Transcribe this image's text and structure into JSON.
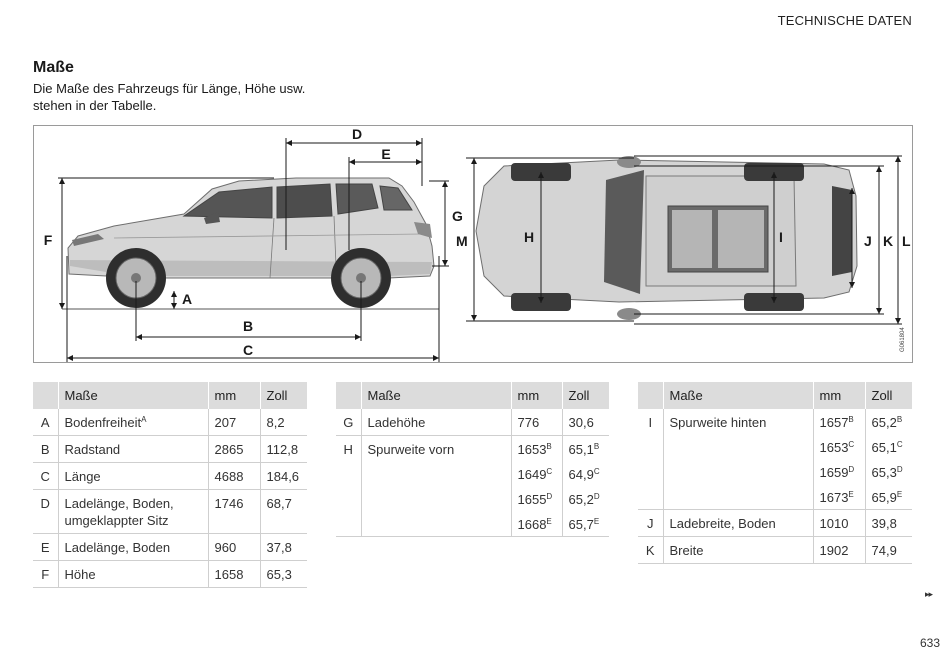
{
  "header": {
    "section": "TECHNISCHE DATEN"
  },
  "section": {
    "title": "Maße",
    "intro": "Die Maße des Fahrzeugs für Länge, Höhe usw. stehen in der Tabelle."
  },
  "figure": {
    "labels": {
      "A": "A",
      "B": "B",
      "C": "C",
      "D": "D",
      "E": "E",
      "F": "F",
      "G": "G",
      "H": "H",
      "I": "I",
      "J": "J",
      "K": "K",
      "L": "L",
      "M": "M"
    },
    "ref_code": "G061804"
  },
  "table_headers": {
    "letter": "",
    "name": "Maße",
    "mm": "mm",
    "inch": "Zoll"
  },
  "tables": [
    {
      "rows": [
        {
          "key": "A",
          "name": "Bodenfreiheit",
          "name_sup": "A",
          "mm": "207",
          "inch": "8,2"
        },
        {
          "key": "B",
          "name": "Radstand",
          "mm": "2865",
          "inch": "112,8"
        },
        {
          "key": "C",
          "name": "Länge",
          "mm": "4688",
          "inch": "184,6"
        },
        {
          "key": "D",
          "name": "Ladelänge, Boden, umgeklappter Sitz",
          "mm": "1746",
          "inch": "68,7"
        },
        {
          "key": "E",
          "name": "Ladelänge, Boden",
          "mm": "960",
          "inch": "37,8"
        },
        {
          "key": "F",
          "name": "Höhe",
          "mm": "1658",
          "inch": "65,3"
        }
      ]
    },
    {
      "rows": [
        {
          "key": "G",
          "name": "Ladehöhe",
          "mm": "776",
          "inch": "30,6"
        },
        {
          "key": "H",
          "name": "Spurweite vorn",
          "values": [
            {
              "mm": "1653",
              "mm_sup": "B",
              "inch": "65,1",
              "inch_sup": "B"
            },
            {
              "mm": "1649",
              "mm_sup": "C",
              "inch": "64,9",
              "inch_sup": "C"
            },
            {
              "mm": "1655",
              "mm_sup": "D",
              "inch": "65,2",
              "inch_sup": "D"
            },
            {
              "mm": "1668",
              "mm_sup": "E",
              "inch": "65,7",
              "inch_sup": "E"
            }
          ]
        }
      ]
    },
    {
      "rows": [
        {
          "key": "I",
          "name": "Spurweite hinten",
          "values": [
            {
              "mm": "1657",
              "mm_sup": "B",
              "inch": "65,2",
              "inch_sup": "B"
            },
            {
              "mm": "1653",
              "mm_sup": "C",
              "inch": "65,1",
              "inch_sup": "C"
            },
            {
              "mm": "1659",
              "mm_sup": "D",
              "inch": "65,3",
              "inch_sup": "D"
            },
            {
              "mm": "1673",
              "mm_sup": "E",
              "inch": "65,9",
              "inch_sup": "E"
            }
          ]
        },
        {
          "key": "J",
          "name": "Ladebreite, Boden",
          "mm": "1010",
          "inch": "39,8"
        },
        {
          "key": "K",
          "name": "Breite",
          "mm": "1902",
          "inch": "74,9"
        }
      ]
    }
  ],
  "footer": {
    "next_arrow": "▸▸",
    "page_number": "633"
  }
}
